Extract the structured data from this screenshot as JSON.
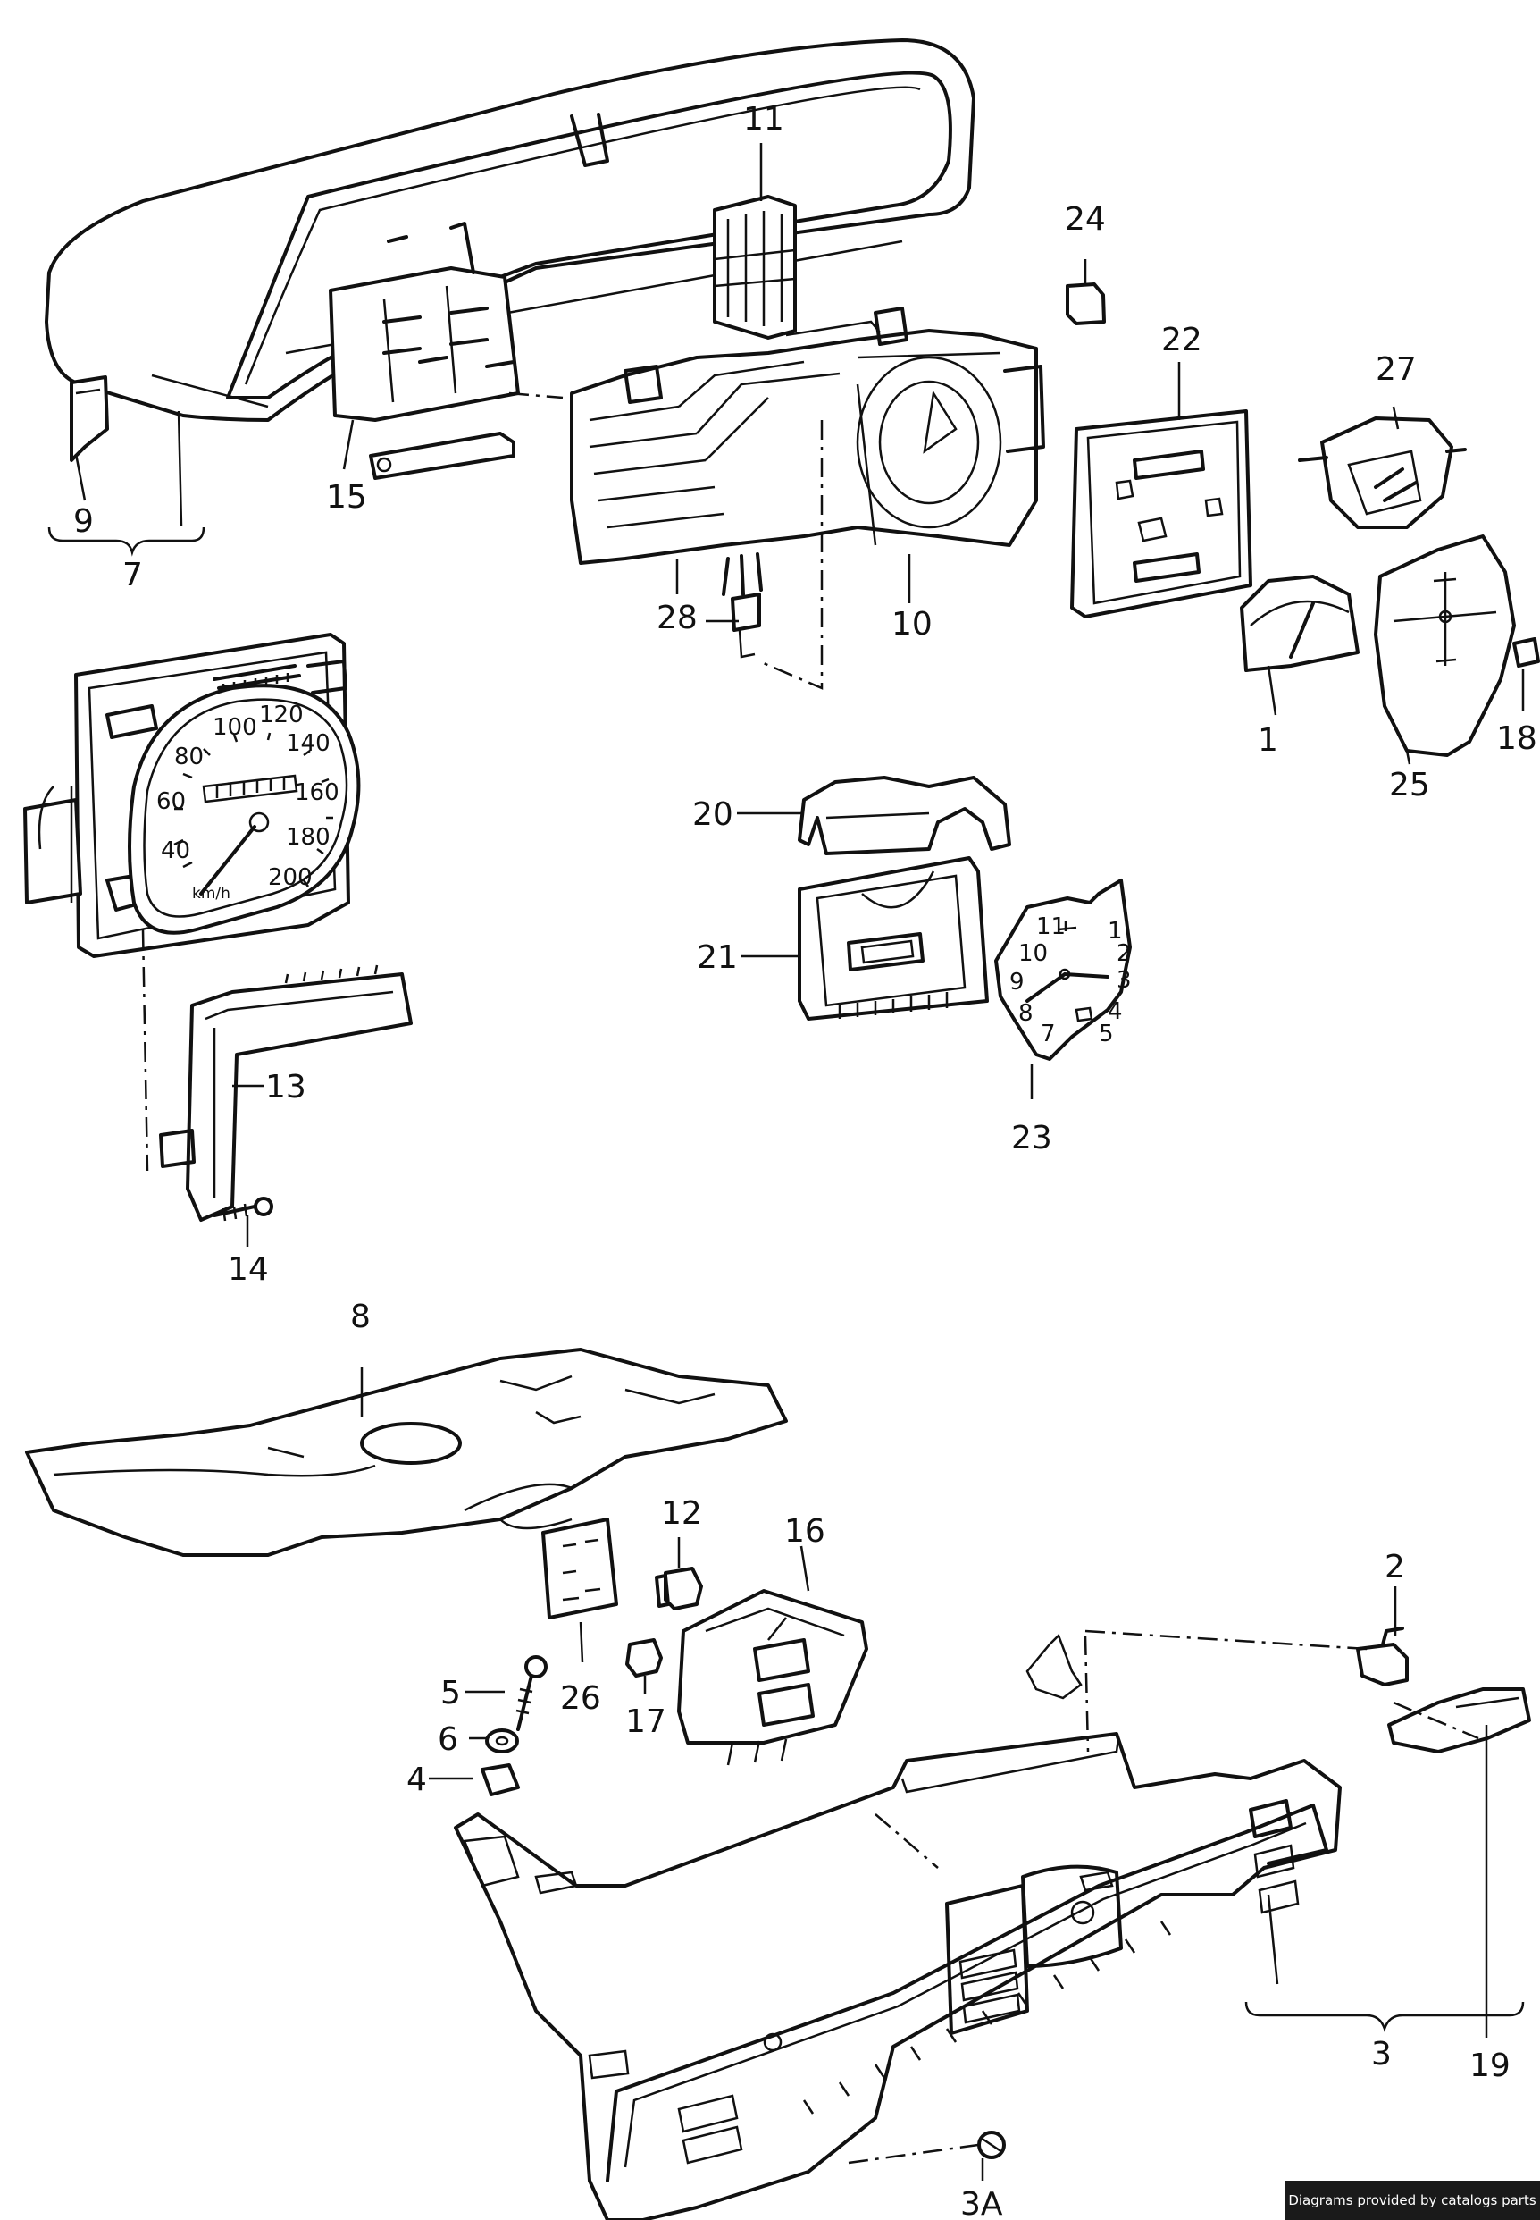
{
  "diagram": {
    "labels": {
      "p1": "1",
      "p2": "2",
      "p3": "3",
      "p3a": "3A",
      "p4": "4",
      "p5": "5",
      "p6": "6",
      "p7": "7",
      "p8": "8",
      "p9": "9",
      "p10": "10",
      "p11": "11",
      "p12": "12",
      "p13": "13",
      "p14": "14",
      "p15": "15",
      "p16": "16",
      "p17": "17",
      "p18": "18",
      "p19": "19",
      "p20": "20",
      "p21": "21",
      "p22": "22",
      "p23": "23",
      "p24": "24",
      "p25": "25",
      "p26": "26",
      "p27": "27",
      "p28": "28"
    },
    "speedometer": {
      "ticks": [
        "40",
        "60",
        "80",
        "100",
        "120",
        "140",
        "160",
        "180",
        "200"
      ],
      "unit": "km/h"
    },
    "clock": {
      "ticks": [
        "1",
        "2",
        "3",
        "4",
        "5",
        "7",
        "8",
        "9",
        "10",
        "11"
      ]
    }
  },
  "footer": {
    "credit": "Diagrams provided by catalogs parts"
  }
}
